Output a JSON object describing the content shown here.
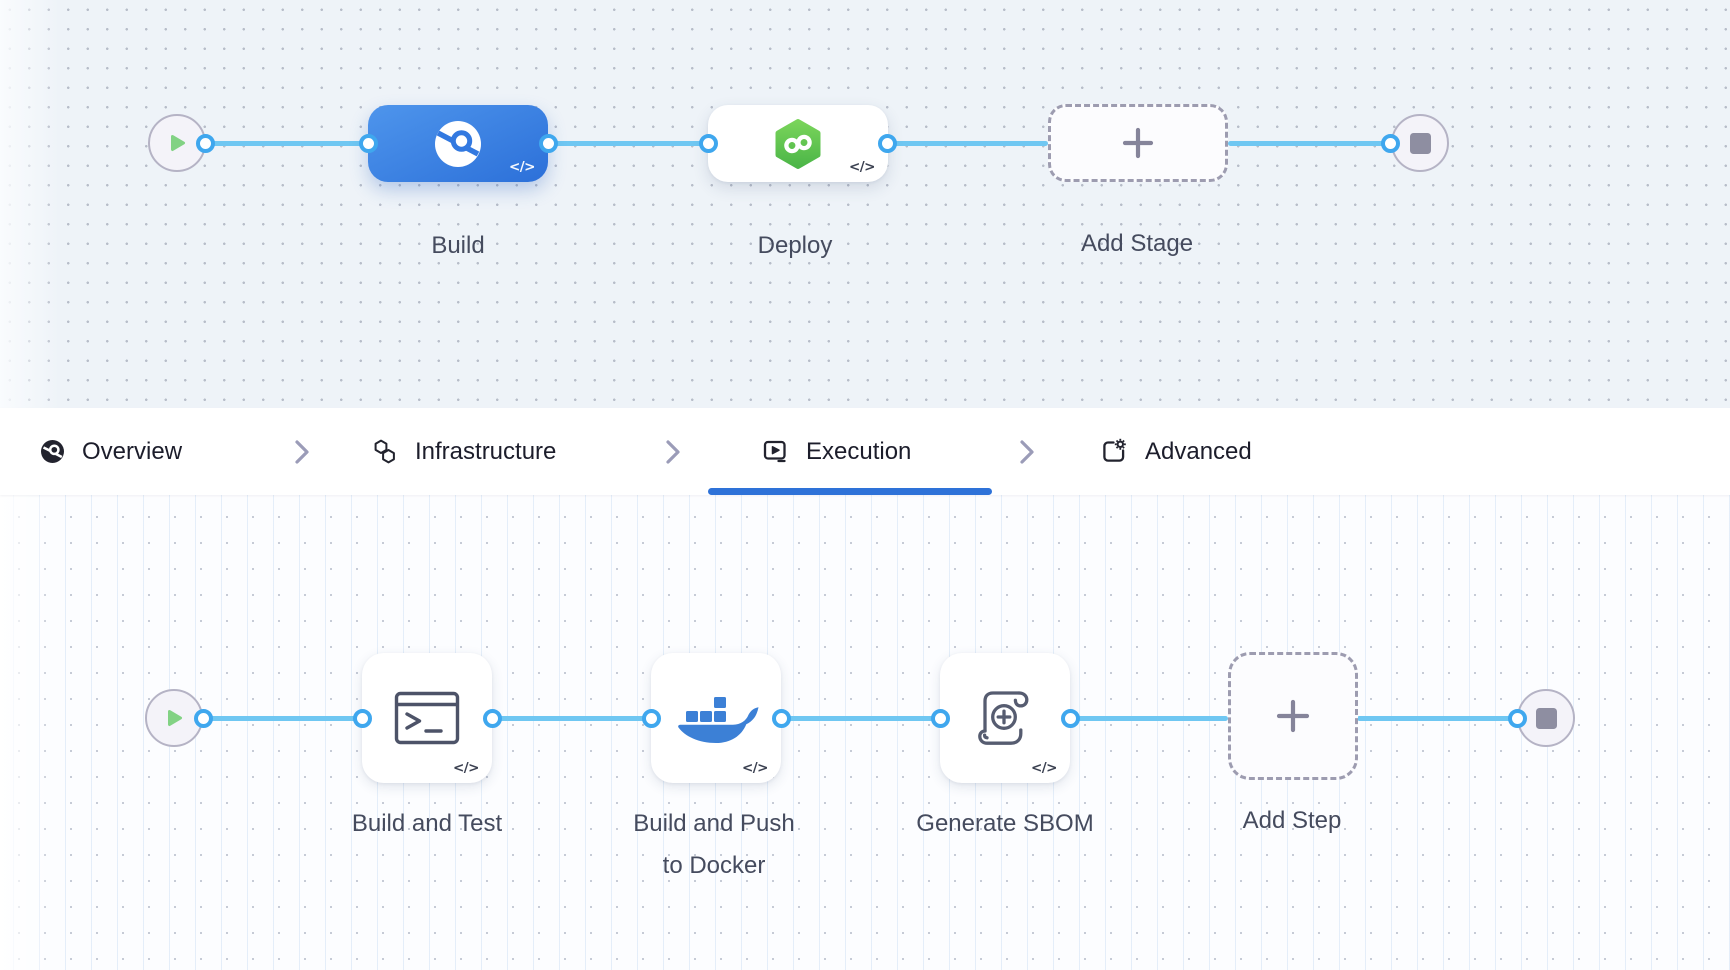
{
  "stage_pipeline": {
    "stages": [
      {
        "id": "build",
        "label": "Build"
      },
      {
        "id": "deploy",
        "label": "Deploy"
      },
      {
        "id": "add-stage",
        "label": "Add Stage"
      }
    ]
  },
  "tabs": {
    "items": [
      {
        "id": "overview",
        "label": "Overview",
        "active": false
      },
      {
        "id": "infrastructure",
        "label": "Infrastructure",
        "active": false
      },
      {
        "id": "execution",
        "label": "Execution",
        "active": true
      },
      {
        "id": "advanced",
        "label": "Advanced",
        "active": false
      }
    ]
  },
  "step_pipeline": {
    "steps": [
      {
        "id": "build-test",
        "label": "Build and Test"
      },
      {
        "id": "docker-push",
        "label": "Build and Push to Docker",
        "label_line1": "Build and Push",
        "label_line2": "to Docker"
      },
      {
        "id": "generate-sbom",
        "label": "Generate SBOM"
      },
      {
        "id": "add-step",
        "label": "Add Step"
      }
    ]
  },
  "glyphs": {
    "code": "</>"
  },
  "icons": {
    "start": "play-icon",
    "end": "stop-icon",
    "stage_build": "ci-build-icon",
    "stage_deploy": "cd-deploy-icon",
    "add": "plus-icon",
    "code": "code-brackets-glyph",
    "tab_overview": "overview-icon",
    "tab_infrastructure": "infrastructure-icon",
    "tab_execution": "execution-icon",
    "tab_advanced": "advanced-icon",
    "tab_separator": "chevron-right-icon",
    "step_build_test": "terminal-icon",
    "step_docker": "docker-icon",
    "step_sbom": "scroll-plus-icon"
  },
  "colors": {
    "edge_line": "#6fc7f2",
    "port_ring": "#3fa7ee",
    "build_stage_blue": "#3b82e4",
    "deploy_green": "#63c653",
    "docker_blue": "#3c80d6",
    "active_tab_blue": "#2e72d8",
    "play_green": "#82d284",
    "stop_gray": "#8e8ea1",
    "canvas_top_bg": "#eef3f8",
    "canvas_bottom_bg": "#fcfdff"
  }
}
